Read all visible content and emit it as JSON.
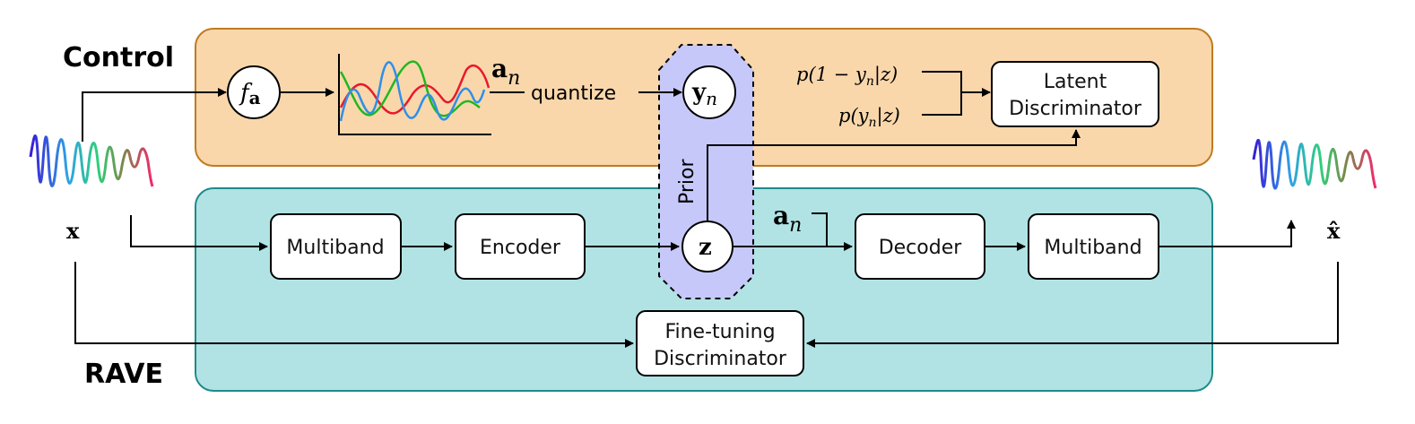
{
  "sections": {
    "control_title": "Control",
    "rave_title": "RAVE"
  },
  "symbols": {
    "input_x": "x",
    "output_x_hat": "x̂",
    "fa_f": "f",
    "fa_sub": "a",
    "an_main": "a",
    "an_sub": "n",
    "an2_main": "a",
    "an2_sub": "n",
    "yn_main": "y",
    "yn_sub": "n",
    "z": "z",
    "prob_complement": "p(1 − y",
    "prob_complement_sub": "n",
    "prob_complement_tail": "|z)",
    "prob_y": "p(y",
    "prob_y_sub": "n",
    "prob_y_tail": "|z)"
  },
  "labels": {
    "quantize": "quantize",
    "prior": "Prior",
    "latent_disc_line1": "Latent",
    "latent_disc_line2": "Discriminator",
    "multiband_in": "Multiband",
    "encoder": "Encoder",
    "decoder": "Decoder",
    "multiband_out": "Multiband",
    "finetune_line1": "Fine-tuning",
    "finetune_line2": "Discriminator"
  },
  "colors": {
    "control_fill": "#f9d7ab",
    "control_stroke": "#c07a20",
    "rave_fill": "#b1e3e4",
    "rave_stroke": "#1f8a8a",
    "prior_fill": "#c7c8fa",
    "curve_red": "#e8192c",
    "curve_green": "#1fb81f",
    "curve_blue": "#2f8fe8"
  }
}
